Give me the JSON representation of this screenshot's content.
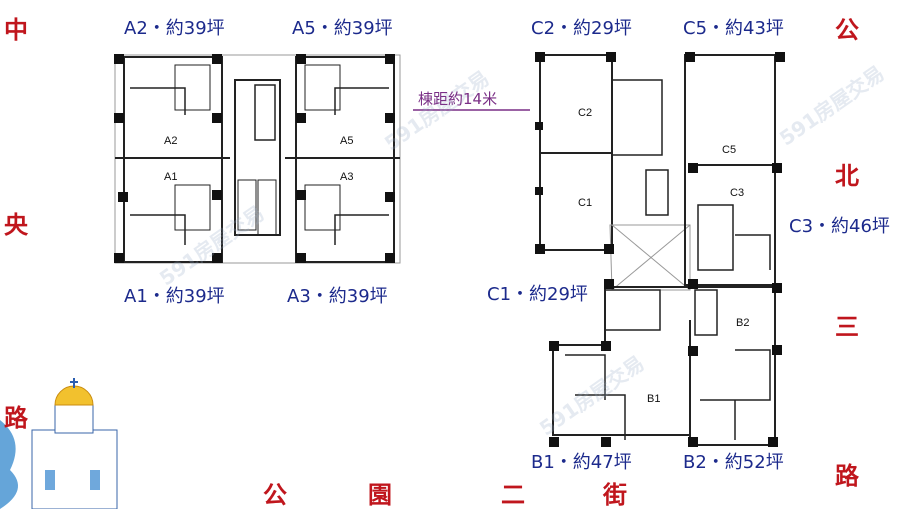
{
  "roads": {
    "west": [
      "中",
      "央",
      "路"
    ],
    "east": [
      "公",
      "北",
      "三",
      "路"
    ],
    "south": [
      "公",
      "園",
      "二",
      "街"
    ]
  },
  "building_distance": "棟距約14米",
  "units": {
    "a2": "A2・約39坪",
    "a5": "A5・約39坪",
    "a1": "A1・約39坪",
    "a3": "A3・約39坪",
    "c2": "C2・約29坪",
    "c5": "C5・約43坪",
    "c3": "C3・約46坪",
    "c1": "C1・約29坪",
    "b1": "B1・約47坪",
    "b2": "B2・約52坪"
  },
  "plan_labels": {
    "a2": "A2",
    "a5": "A5",
    "a1": "A1",
    "a3": "A3",
    "c2": "C2",
    "c5": "C5",
    "c3": "C3",
    "c1": "C1",
    "b2": "B2",
    "b1": "B1"
  },
  "watermark": "591房屋交易",
  "colors": {
    "road": "#c0161d",
    "unit": "#1c2a8c",
    "distance": "#7a2f86"
  }
}
